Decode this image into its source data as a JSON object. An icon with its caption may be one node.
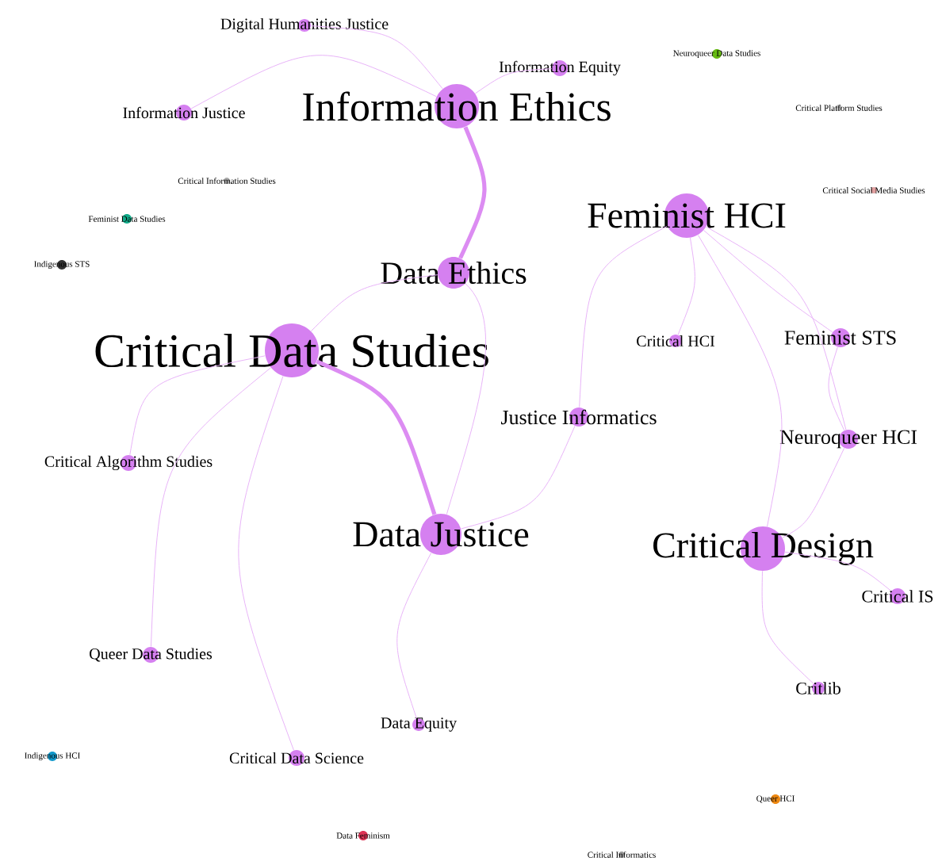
{
  "diagram": {
    "nodes": [
      {
        "text": [
          "Information Ethics"
        ]
      },
      {
        "text": [
          "Data Ethics"
        ]
      },
      {
        "text": [
          "Critical Data Studies"
        ]
      },
      {
        "text": [
          "Feminist HCI"
        ]
      },
      {
        "text": [
          "Data Justice"
        ]
      },
      {
        "text": [
          "Critical Design"
        ]
      },
      {
        "text": [
          "Digital Humanities Justice"
        ]
      },
      {
        "text": [
          "Information Justice"
        ]
      },
      {
        "text": [
          "Information Equity"
        ]
      },
      {
        "text": [
          "Neuroqueer Data Studies"
        ]
      },
      {
        "text": [
          "Critical Platform Studies"
        ]
      },
      {
        "text": [
          "Critical Information Studies"
        ]
      },
      {
        "text": [
          "Feminist Data Studies"
        ]
      },
      {
        "text": [
          "Indigenous STS"
        ]
      },
      {
        "text": [
          "Critical Social Media Studies"
        ]
      },
      {
        "text": [
          "Critical HCI"
        ]
      },
      {
        "text": [
          "Feminist STS"
        ]
      },
      {
        "text": [
          "Justice Informatics"
        ]
      },
      {
        "text": [
          "Neuroqueer HCI"
        ]
      },
      {
        "text": [
          "Critical Algorithm Studies"
        ]
      },
      {
        "text": [
          "Critical IS"
        ]
      },
      {
        "text": [
          "Queer Data Studies"
        ]
      },
      {
        "text": [
          "Critlib"
        ]
      },
      {
        "text": [
          "Data Equity"
        ]
      },
      {
        "text": [
          "Critical Data Science"
        ]
      },
      {
        "text": [
          "Indigenous HCI"
        ]
      },
      {
        "text": [
          "Data Feminism"
        ]
      },
      {
        "text": [
          "Queer HCI"
        ]
      },
      {
        "text": [
          "Critical Informatics"
        ]
      }
    ],
    "edges": [
      {
        "from": 0,
        "to": 1,
        "arrow": "none",
        "style": "thick"
      },
      {
        "from": 0,
        "to": 7,
        "arrow": "none"
      },
      {
        "from": 0,
        "to": 6,
        "arrow": "none"
      },
      {
        "from": 0,
        "to": 8,
        "arrow": "none"
      },
      {
        "from": 1,
        "to": 2,
        "arrow": "none"
      },
      {
        "from": 1,
        "to": 4,
        "arrow": "none"
      },
      {
        "from": 2,
        "to": 4,
        "arrow": "none",
        "style": "thick"
      },
      {
        "from": 2,
        "to": 19,
        "arrow": "none"
      },
      {
        "from": 2,
        "to": 21,
        "arrow": "none"
      },
      {
        "from": 2,
        "to": 24,
        "arrow": "none"
      },
      {
        "from": 4,
        "to": 23,
        "arrow": "none"
      },
      {
        "from": 4,
        "to": 17,
        "arrow": "none"
      },
      {
        "from": 17,
        "to": 3,
        "arrow": "none"
      },
      {
        "from": 3,
        "to": 15,
        "arrow": "none"
      },
      {
        "from": 3,
        "to": 16,
        "arrow": "none"
      },
      {
        "from": 3,
        "to": 18,
        "arrow": "none"
      },
      {
        "from": 3,
        "to": 5,
        "arrow": "none"
      },
      {
        "from": 16,
        "to": 18,
        "arrow": "none"
      },
      {
        "from": 18,
        "to": 5,
        "arrow": "none"
      },
      {
        "from": 5,
        "to": 20,
        "arrow": "none"
      },
      {
        "from": 5,
        "to": 22,
        "arrow": "none"
      }
    ]
  }
}
